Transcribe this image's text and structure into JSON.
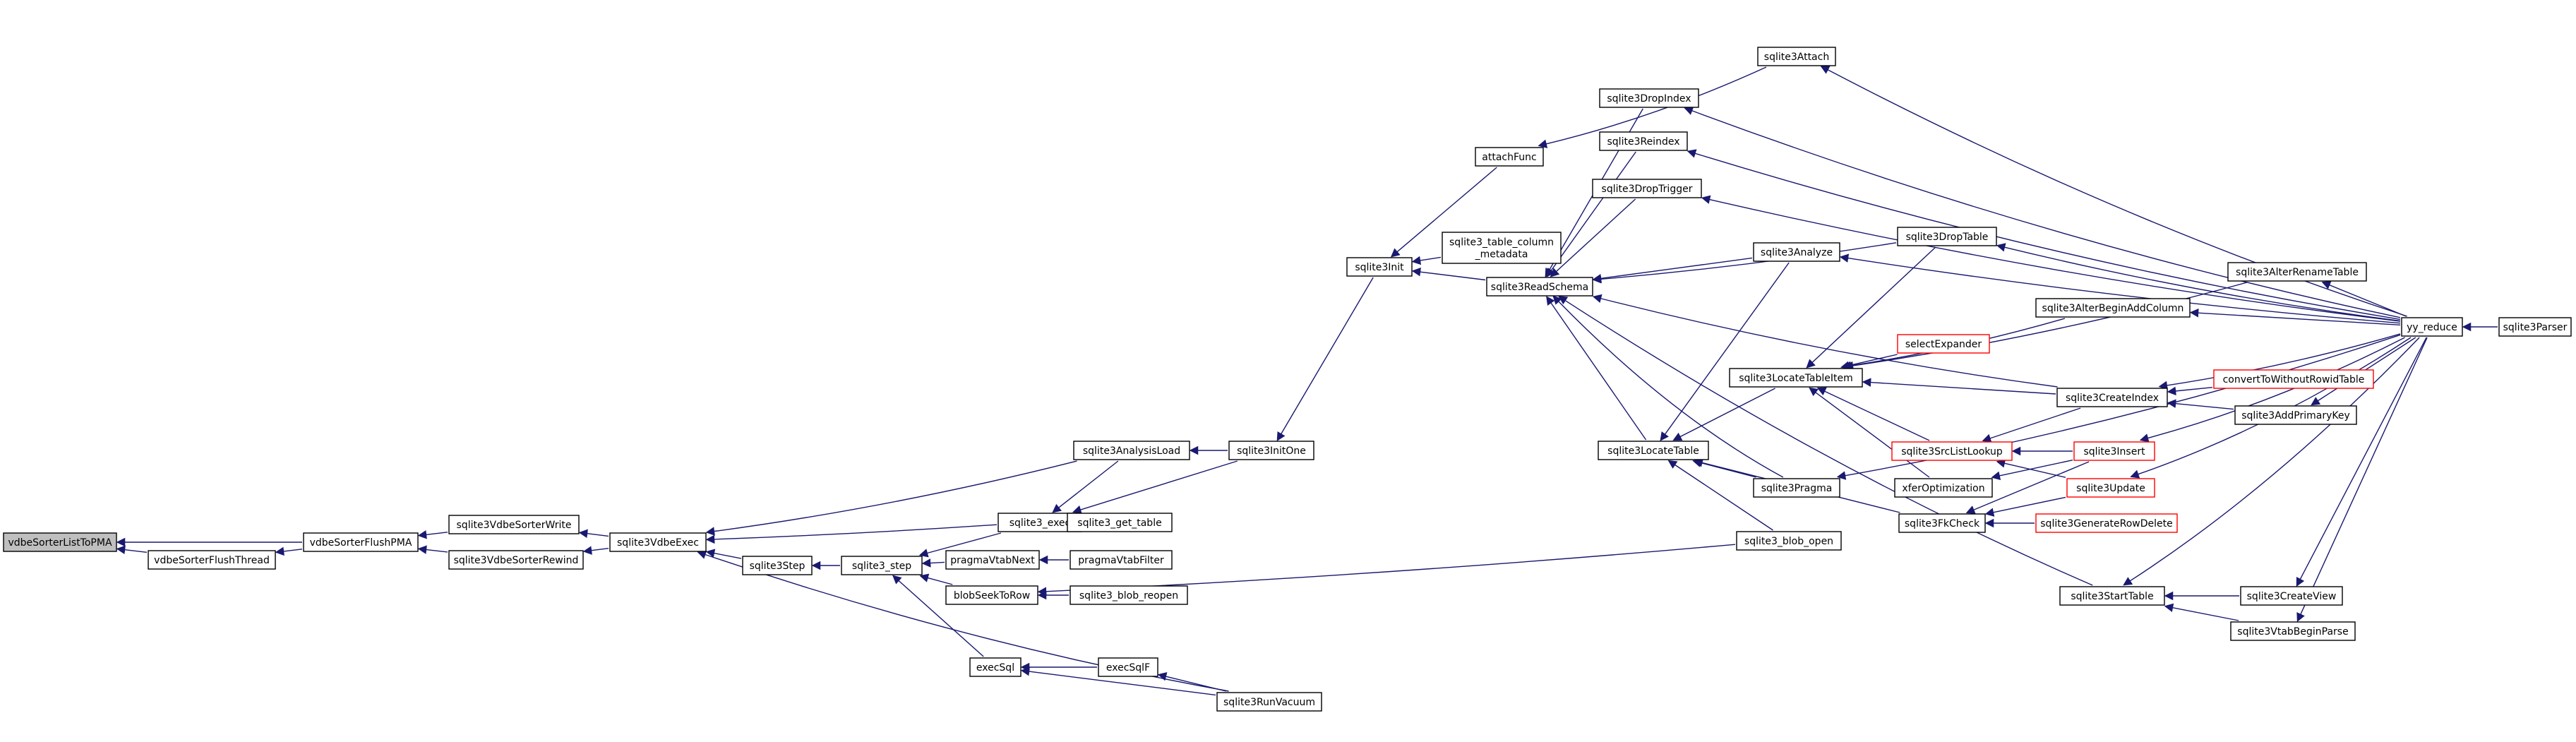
{
  "title": "",
  "colors": {
    "edge": "#191970",
    "node_border": "#000000",
    "truncated_border": "#ff0000",
    "root_fill": "#bfbfbf",
    "node_fill": "#ffffff"
  },
  "nodes": [
    {
      "id": "vdbeSorterListToPMA",
      "label": "vdbeSorterListToPMA",
      "root": true
    },
    {
      "id": "vdbeSorterFlushThread",
      "label": "vdbeSorterFlushThread"
    },
    {
      "id": "vdbeSorterFlushPMA",
      "label": "vdbeSorterFlushPMA"
    },
    {
      "id": "sqlite3VdbeSorterWrite",
      "label": "sqlite3VdbeSorterWrite"
    },
    {
      "id": "sqlite3VdbeSorterRewind",
      "label": "sqlite3VdbeSorterRewind"
    },
    {
      "id": "sqlite3VdbeExec",
      "label": "sqlite3VdbeExec"
    },
    {
      "id": "sqlite3Step",
      "label": "sqlite3Step"
    },
    {
      "id": "sqlite3_step",
      "label": "sqlite3_step"
    },
    {
      "id": "sqlite3_exec",
      "label": "sqlite3_exec"
    },
    {
      "id": "sqlite3AnalysisLoad",
      "label": "sqlite3AnalysisLoad"
    },
    {
      "id": "sqlite3InitOne",
      "label": "sqlite3InitOne"
    },
    {
      "id": "sqlite3_get_table",
      "label": "sqlite3_get_table"
    },
    {
      "id": "pragmaVtabNext",
      "label": "pragmaVtabNext"
    },
    {
      "id": "pragmaVtabFilter",
      "label": "pragmaVtabFilter"
    },
    {
      "id": "blobSeekToRow",
      "label": "blobSeekToRow"
    },
    {
      "id": "sqlite3_blob_reopen",
      "label": "sqlite3_blob_reopen"
    },
    {
      "id": "execSql",
      "label": "execSql"
    },
    {
      "id": "execSqlF",
      "label": "execSqlF"
    },
    {
      "id": "sqlite3RunVacuum",
      "label": "sqlite3RunVacuum"
    },
    {
      "id": "sqlite3Init",
      "label": "sqlite3Init"
    },
    {
      "id": "attachFunc",
      "label": "attachFunc"
    },
    {
      "id": "sqlite3_table_column_metadata",
      "label": "sqlite3_table_column\n_metadata"
    },
    {
      "id": "sqlite3ReadSchema",
      "label": "sqlite3ReadSchema"
    },
    {
      "id": "sqlite3Attach",
      "label": "sqlite3Attach"
    },
    {
      "id": "sqlite3DropIndex",
      "label": "sqlite3DropIndex"
    },
    {
      "id": "sqlite3Reindex",
      "label": "sqlite3Reindex"
    },
    {
      "id": "sqlite3DropTrigger",
      "label": "sqlite3DropTrigger"
    },
    {
      "id": "sqlite3Analyze",
      "label": "sqlite3Analyze"
    },
    {
      "id": "sqlite3DropTable",
      "label": "sqlite3DropTable"
    },
    {
      "id": "sqlite3LocateTableItem",
      "label": "sqlite3LocateTableItem"
    },
    {
      "id": "sqlite3LocateTable",
      "label": "sqlite3LocateTable"
    },
    {
      "id": "sqlite3Pragma",
      "label": "sqlite3Pragma"
    },
    {
      "id": "sqlite3_blob_open",
      "label": "sqlite3_blob_open"
    },
    {
      "id": "selectExpander",
      "label": "selectExpander",
      "truncated": true
    },
    {
      "id": "sqlite3SrcListLookup",
      "label": "sqlite3SrcListLookup",
      "truncated": true
    },
    {
      "id": "xferOptimization",
      "label": "xferOptimization"
    },
    {
      "id": "sqlite3FkCheck",
      "label": "sqlite3FkCheck"
    },
    {
      "id": "sqlite3Insert",
      "label": "sqlite3Insert",
      "truncated": true
    },
    {
      "id": "sqlite3Update",
      "label": "sqlite3Update",
      "truncated": true
    },
    {
      "id": "sqlite3GenerateRowDelete",
      "label": "sqlite3GenerateRowDelete",
      "truncated": true
    },
    {
      "id": "sqlite3AlterBeginAddColumn",
      "label": "sqlite3AlterBeginAddColumn"
    },
    {
      "id": "sqlite3AlterRenameTable",
      "label": "sqlite3AlterRenameTable"
    },
    {
      "id": "sqlite3CreateIndex",
      "label": "sqlite3CreateIndex"
    },
    {
      "id": "convertToWithoutRowidTable",
      "label": "convertToWithoutRowidTable",
      "truncated": true
    },
    {
      "id": "sqlite3AddPrimaryKey",
      "label": "sqlite3AddPrimaryKey"
    },
    {
      "id": "sqlite3StartTable",
      "label": "sqlite3StartTable"
    },
    {
      "id": "sqlite3CreateView",
      "label": "sqlite3CreateView"
    },
    {
      "id": "sqlite3VtabBeginParse",
      "label": "sqlite3VtabBeginParse"
    },
    {
      "id": "yy_reduce",
      "label": "yy_reduce"
    },
    {
      "id": "sqlite3Parser",
      "label": "sqlite3Parser"
    }
  ],
  "edges": [
    [
      "vdbeSorterListToPMA",
      "vdbeSorterFlushPMA"
    ],
    [
      "vdbeSorterListToPMA",
      "vdbeSorterFlushThread"
    ],
    [
      "vdbeSorterFlushThread",
      "vdbeSorterFlushPMA"
    ],
    [
      "vdbeSorterFlushPMA",
      "sqlite3VdbeSorterWrite"
    ],
    [
      "vdbeSorterFlushPMA",
      "sqlite3VdbeSorterRewind"
    ],
    [
      "sqlite3VdbeSorterWrite",
      "sqlite3VdbeExec"
    ],
    [
      "sqlite3VdbeSorterRewind",
      "sqlite3VdbeExec"
    ],
    [
      "sqlite3VdbeExec",
      "sqlite3AnalysisLoad"
    ],
    [
      "sqlite3VdbeExec",
      "sqlite3_exec"
    ],
    [
      "sqlite3VdbeExec",
      "sqlite3Step"
    ],
    [
      "sqlite3VdbeExec",
      "sqlite3RunVacuum"
    ],
    [
      "sqlite3Step",
      "sqlite3_step"
    ],
    [
      "sqlite3_step",
      "sqlite3_exec"
    ],
    [
      "sqlite3_step",
      "pragmaVtabNext"
    ],
    [
      "sqlite3_step",
      "blobSeekToRow"
    ],
    [
      "sqlite3_step",
      "execSql"
    ],
    [
      "sqlite3_exec",
      "sqlite3AnalysisLoad"
    ],
    [
      "sqlite3_exec",
      "sqlite3InitOne"
    ],
    [
      "sqlite3_exec",
      "sqlite3_get_table"
    ],
    [
      "sqlite3AnalysisLoad",
      "sqlite3InitOne"
    ],
    [
      "sqlite3InitOne",
      "sqlite3Init"
    ],
    [
      "pragmaVtabNext",
      "pragmaVtabFilter"
    ],
    [
      "blobSeekToRow",
      "sqlite3_blob_reopen"
    ],
    [
      "blobSeekToRow",
      "sqlite3_blob_open"
    ],
    [
      "execSql",
      "execSqlF"
    ],
    [
      "execSql",
      "sqlite3RunVacuum"
    ],
    [
      "execSqlF",
      "sqlite3RunVacuum"
    ],
    [
      "sqlite3Init",
      "attachFunc"
    ],
    [
      "sqlite3Init",
      "sqlite3_table_column_metadata"
    ],
    [
      "sqlite3Init",
      "sqlite3ReadSchema"
    ],
    [
      "attachFunc",
      "sqlite3Attach"
    ],
    [
      "sqlite3Attach",
      "yy_reduce"
    ],
    [
      "sqlite3ReadSchema",
      "sqlite3DropIndex"
    ],
    [
      "sqlite3ReadSchema",
      "sqlite3Reindex"
    ],
    [
      "sqlite3ReadSchema",
      "sqlite3DropTrigger"
    ],
    [
      "sqlite3ReadSchema",
      "sqlite3Analyze"
    ],
    [
      "sqlite3ReadSchema",
      "sqlite3DropTable"
    ],
    [
      "sqlite3ReadSchema",
      "sqlite3LocateTable"
    ],
    [
      "sqlite3ReadSchema",
      "sqlite3Pragma"
    ],
    [
      "sqlite3ReadSchema",
      "sqlite3CreateIndex"
    ],
    [
      "sqlite3ReadSchema",
      "sqlite3StartTable"
    ],
    [
      "sqlite3DropIndex",
      "yy_reduce"
    ],
    [
      "sqlite3Reindex",
      "yy_reduce"
    ],
    [
      "sqlite3DropTrigger",
      "yy_reduce"
    ],
    [
      "sqlite3Analyze",
      "yy_reduce"
    ],
    [
      "sqlite3DropTable",
      "yy_reduce"
    ],
    [
      "sqlite3LocateTable",
      "sqlite3LocateTableItem"
    ],
    [
      "sqlite3LocateTable",
      "sqlite3Analyze"
    ],
    [
      "sqlite3LocateTable",
      "sqlite3Pragma"
    ],
    [
      "sqlite3LocateTable",
      "sqlite3_blob_open"
    ],
    [
      "sqlite3LocateTable",
      "sqlite3FkCheck"
    ],
    [
      "sqlite3LocateTableItem",
      "sqlite3DropTable"
    ],
    [
      "sqlite3LocateTableItem",
      "sqlite3AlterRenameTable"
    ],
    [
      "sqlite3LocateTableItem",
      "sqlite3AlterBeginAddColumn"
    ],
    [
      "sqlite3LocateTableItem",
      "selectExpander"
    ],
    [
      "sqlite3LocateTableItem",
      "sqlite3CreateIndex"
    ],
    [
      "sqlite3LocateTableItem",
      "sqlite3SrcListLookup"
    ],
    [
      "sqlite3LocateTableItem",
      "xferOptimization"
    ],
    [
      "sqlite3SrcListLookup",
      "sqlite3CreateIndex"
    ],
    [
      "sqlite3SrcListLookup",
      "sqlite3Insert"
    ],
    [
      "sqlite3SrcListLookup",
      "sqlite3Update"
    ],
    [
      "xferOptimization",
      "sqlite3Insert"
    ],
    [
      "sqlite3FkCheck",
      "sqlite3Insert"
    ],
    [
      "sqlite3FkCheck",
      "sqlite3Update"
    ],
    [
      "sqlite3FkCheck",
      "sqlite3GenerateRowDelete"
    ],
    [
      "sqlite3Pragma",
      "yy_reduce"
    ],
    [
      "sqlite3Insert",
      "yy_reduce"
    ],
    [
      "sqlite3Update",
      "yy_reduce"
    ],
    [
      "sqlite3AlterRenameTable",
      "yy_reduce"
    ],
    [
      "sqlite3AlterBeginAddColumn",
      "yy_reduce"
    ],
    [
      "sqlite3CreateIndex",
      "yy_reduce"
    ],
    [
      "sqlite3CreateIndex",
      "convertToWithoutRowidTable"
    ],
    [
      "sqlite3CreateIndex",
      "sqlite3AddPrimaryKey"
    ],
    [
      "sqlite3AddPrimaryKey",
      "yy_reduce"
    ],
    [
      "sqlite3StartTable",
      "yy_reduce"
    ],
    [
      "sqlite3StartTable",
      "sqlite3CreateView"
    ],
    [
      "sqlite3StartTable",
      "sqlite3VtabBeginParse"
    ],
    [
      "sqlite3CreateView",
      "yy_reduce"
    ],
    [
      "sqlite3VtabBeginParse",
      "yy_reduce"
    ],
    [
      "yy_reduce",
      "sqlite3Parser"
    ]
  ]
}
